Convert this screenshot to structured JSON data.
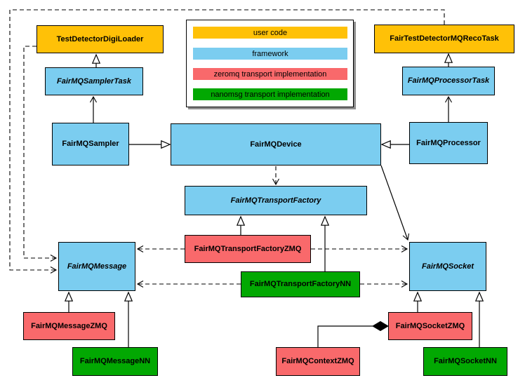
{
  "colors": {
    "user_code": "#FFC107",
    "framework": "#7BCDF0",
    "zeromq": "#F9696B",
    "nanomsg": "#02A802",
    "line": "#000000"
  },
  "legend": {
    "items": [
      {
        "label": "user code",
        "color": "#FFC107"
      },
      {
        "label": "framework",
        "color": "#7BCDF0"
      },
      {
        "label": "zeromq transport implementation",
        "color": "#F9696B"
      },
      {
        "label": "nanomsg transport implementation",
        "color": "#02A802"
      }
    ]
  },
  "nodes": {
    "testDetectorDigiLoader": "TestDetectorDigiLoader",
    "fairTestDetectorMQRecoTask": "FairTestDetectorMQRecoTask",
    "fairMQSamplerTask": "FairMQSamplerTask",
    "fairMQProcessorTask": "FairMQProcessorTask",
    "fairMQSampler": "FairMQSampler",
    "fairMQDevice": "FairMQDevice",
    "fairMQProcessor": "FairMQProcessor",
    "fairMQTransportFactory": "FairMQTransportFactory",
    "fairMQTransportFactoryZMQ": "FairMQTransportFactoryZMQ",
    "fairMQTransportFactoryNN": "FairMQTransportFactoryNN",
    "fairMQMessage": "FairMQMessage",
    "fairMQSocket": "FairMQSocket",
    "fairMQMessageZMQ": "FairMQMessageZMQ",
    "fairMQMessageNN": "FairMQMessageNN",
    "fairMQSocketZMQ": "FairMQSocketZMQ",
    "fairMQSocketNN": "FairMQSocketNN",
    "fairMQContextZMQ": "FairMQContextZMQ"
  }
}
